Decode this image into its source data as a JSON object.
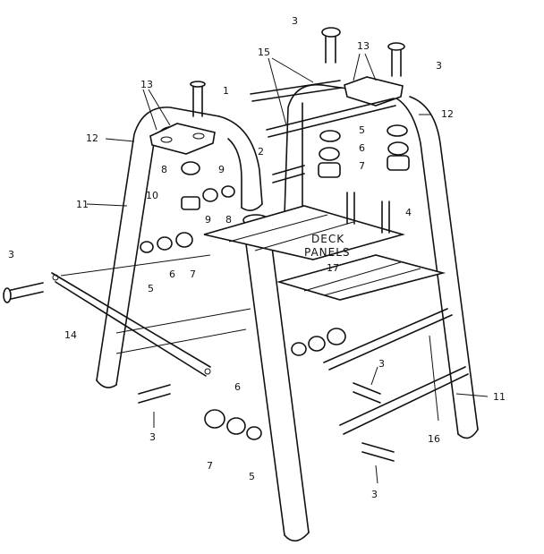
{
  "diagram": {
    "deck_label_line1": "DECK",
    "deck_label_line2": "PANELS",
    "callouts": [
      {
        "text": "3"
      },
      {
        "text": "13"
      },
      {
        "text": "15"
      },
      {
        "text": "3"
      },
      {
        "text": "13"
      },
      {
        "text": "1"
      },
      {
        "text": "12"
      },
      {
        "text": "12"
      },
      {
        "text": "5"
      },
      {
        "text": "6"
      },
      {
        "text": "7"
      },
      {
        "text": "8"
      },
      {
        "text": "9"
      },
      {
        "text": "2"
      },
      {
        "text": "10"
      },
      {
        "text": "9"
      },
      {
        "text": "8"
      },
      {
        "text": "11"
      },
      {
        "text": "4"
      },
      {
        "text": "17"
      },
      {
        "text": "3"
      },
      {
        "text": "5"
      },
      {
        "text": "6"
      },
      {
        "text": "7"
      },
      {
        "text": "14"
      },
      {
        "text": "3"
      },
      {
        "text": "11"
      },
      {
        "text": "3"
      },
      {
        "text": "6"
      },
      {
        "text": "7"
      },
      {
        "text": "5"
      },
      {
        "text": "16"
      },
      {
        "text": "3"
      }
    ]
  }
}
